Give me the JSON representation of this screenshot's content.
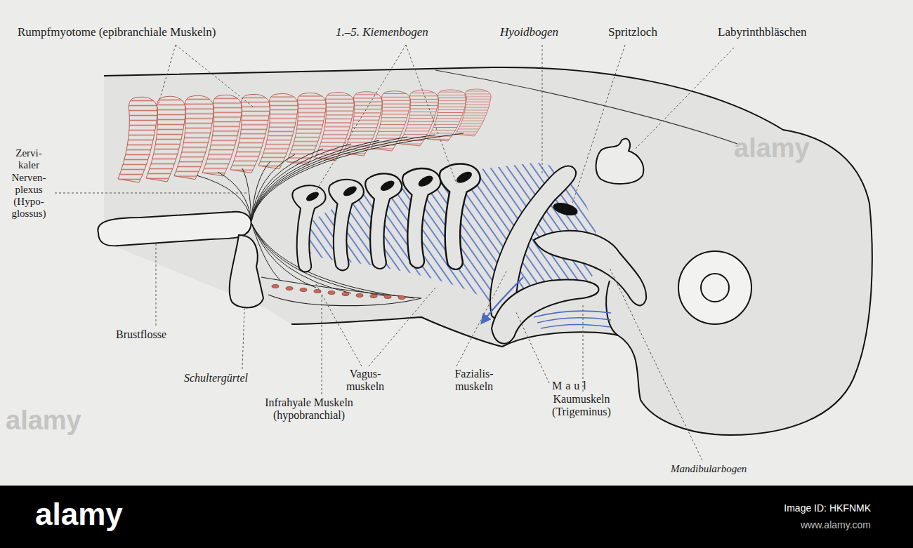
{
  "diagram": {
    "labels": [
      "Rumpfmyotome (epibranchiale Muskeln)",
      "1.–5. Kiemenbogen",
      "Hyoidbogen",
      "Spritzloch",
      "Labyrinthbläschen",
      "Zervi- kaler Nerven- plexus (Hypo- glossus)",
      "Brustflosse",
      "Schultergürtel",
      "Vagus- muskeln",
      "Fazialis- muskeln",
      "Infrahyale Muskeln (hypobranchial)",
      "Maul",
      "Kaumuskeln (Trigeminus)",
      "Mandibularbogen",
      "alamy",
      "alamy",
      "alamy",
      "Image ID: HKFNMK",
      "www.alamy.com"
    ]
  }
}
